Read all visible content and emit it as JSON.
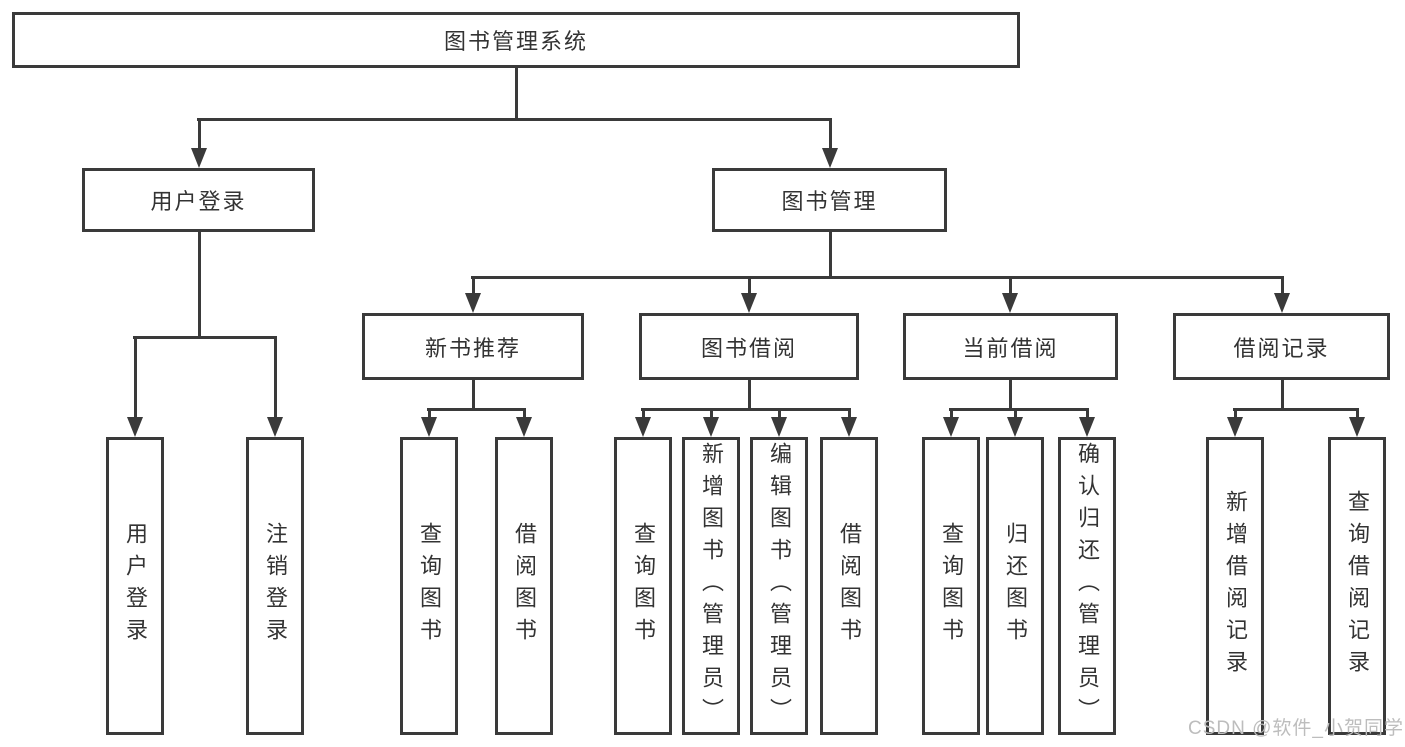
{
  "diagram": {
    "root": {
      "label": "图书管理系统"
    },
    "branches": [
      {
        "label": "用户登录",
        "children": [
          {
            "label": "用户登录"
          },
          {
            "label": "注销登录"
          }
        ]
      },
      {
        "label": "图书管理",
        "children": [
          {
            "label": "新书推荐",
            "children": [
              {
                "label": "查询图书"
              },
              {
                "label": "借阅图书"
              }
            ]
          },
          {
            "label": "图书借阅",
            "children": [
              {
                "label": "查询图书"
              },
              {
                "label": "新增图书（管理员）"
              },
              {
                "label": "编辑图书（管理员）"
              },
              {
                "label": "借阅图书"
              }
            ]
          },
          {
            "label": "当前借阅",
            "children": [
              {
                "label": "查询图书"
              },
              {
                "label": "归还图书"
              },
              {
                "label": "确认归还（管理员）"
              }
            ]
          },
          {
            "label": "借阅记录",
            "children": [
              {
                "label": "新增借阅记录"
              },
              {
                "label": "查询借阅记录"
              }
            ]
          }
        ]
      }
    ],
    "watermark": "CSDN @软件_小贺同学",
    "colors": {
      "line": "#3a3a3a",
      "text": "#333333",
      "watermark": "#bdbdbd",
      "background": "#ffffff"
    }
  }
}
